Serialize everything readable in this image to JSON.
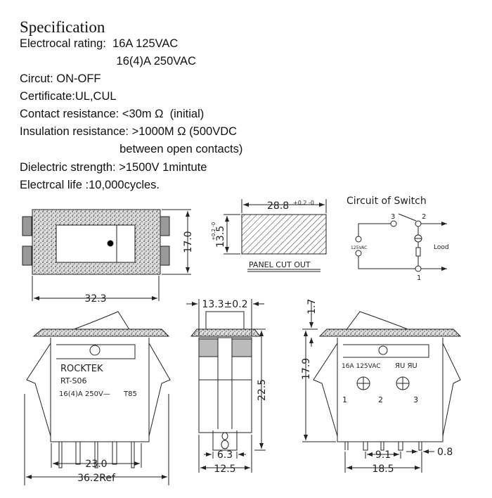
{
  "spec": {
    "title": "Specification",
    "lines": [
      "Electrocal rating:  16A 125VAC",
      "                              16(4)A 250VAC",
      "Circut: ON-OFF",
      "Certificate:UL,CUL",
      "Contact resistance: <30m Ω  (initial)",
      "Insulation resistance: >1000M Ω (500VDC",
      "                               between open contacts)",
      "Dielectric strength: >1500V 1mintute",
      "Electrcal life :10,000cycles."
    ]
  },
  "drawing": {
    "top_view": {
      "height_dim": "17.0",
      "width_dim": "32.3"
    },
    "panel_cutout": {
      "width_dim": "28.8",
      "width_tol": "+0.2 -0",
      "height_dim": "13.5",
      "height_tol": "+0.2 -0",
      "label": "PANEL CUT OUT"
    },
    "circuit": {
      "title": "Circuit of Switch",
      "terminal_1": "1",
      "terminal_2": "2",
      "terminal_3": "3",
      "source": "125VAC",
      "load": "Lood"
    },
    "front_view": {
      "brand": "ROCKTEK",
      "model": "RT-S06",
      "rating": "16(4)A 250V—",
      "temp": "T85",
      "pin_span": "23.0",
      "overall": "36.2Ref"
    },
    "side_view": {
      "width": "13.3±0.2",
      "height": "22.5",
      "terminal": "6.3",
      "base": "12.5"
    },
    "back_view": {
      "rocker": "1.7",
      "height": "17.9",
      "rating": "16A  125VAC",
      "marks": "ЯU ЯU",
      "pin1": "1",
      "pin2": "2",
      "pin3": "3",
      "pitch": "9.1",
      "pin_thick": "0.8",
      "span": "18.5"
    }
  }
}
